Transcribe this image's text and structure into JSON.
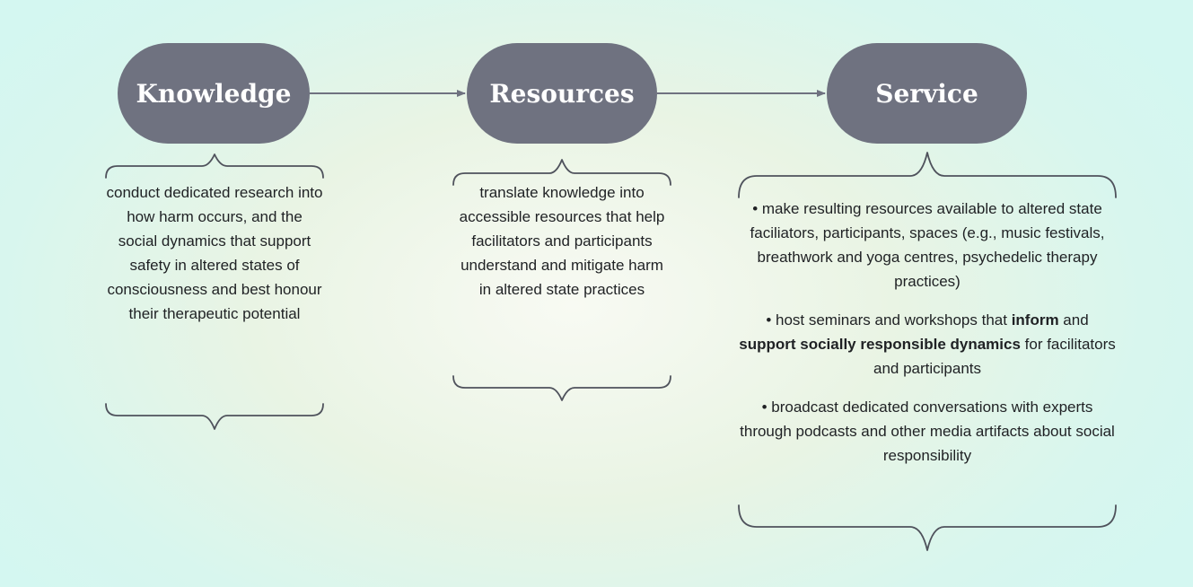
{
  "nodes": {
    "knowledge": "Knowledge",
    "resources": "Resources",
    "service": "Service"
  },
  "descriptions": {
    "knowledge": "conduct dedicated research into how harm occurs, and the social dynamics that support safety in altered states of consciousness and best honour their therapeutic potential",
    "resources": "translate knowledge into accessible resources that help facilitators and participants understand and mitigate harm in altered state practices"
  },
  "service_items": {
    "item1": "• make resulting resources available to altered state faciliators, participants, spaces (e.g., music festivals, breathwork and yoga centres, psychedelic therapy practices)",
    "item2": {
      "prefix": "• host seminars and workshops that ",
      "bold1": "inform",
      "mid": " and ",
      "bold2": "support socially responsible dynamics",
      "suffix": " for facilitators and participants"
    },
    "item3": "• broadcast dedicated conversations with experts through podcasts and other media artifacts about social responsibility"
  },
  "colors": {
    "node_fill": "#6f7280",
    "node_text": "#ffffff",
    "line": "#6f7280",
    "text": "#1f2124"
  }
}
